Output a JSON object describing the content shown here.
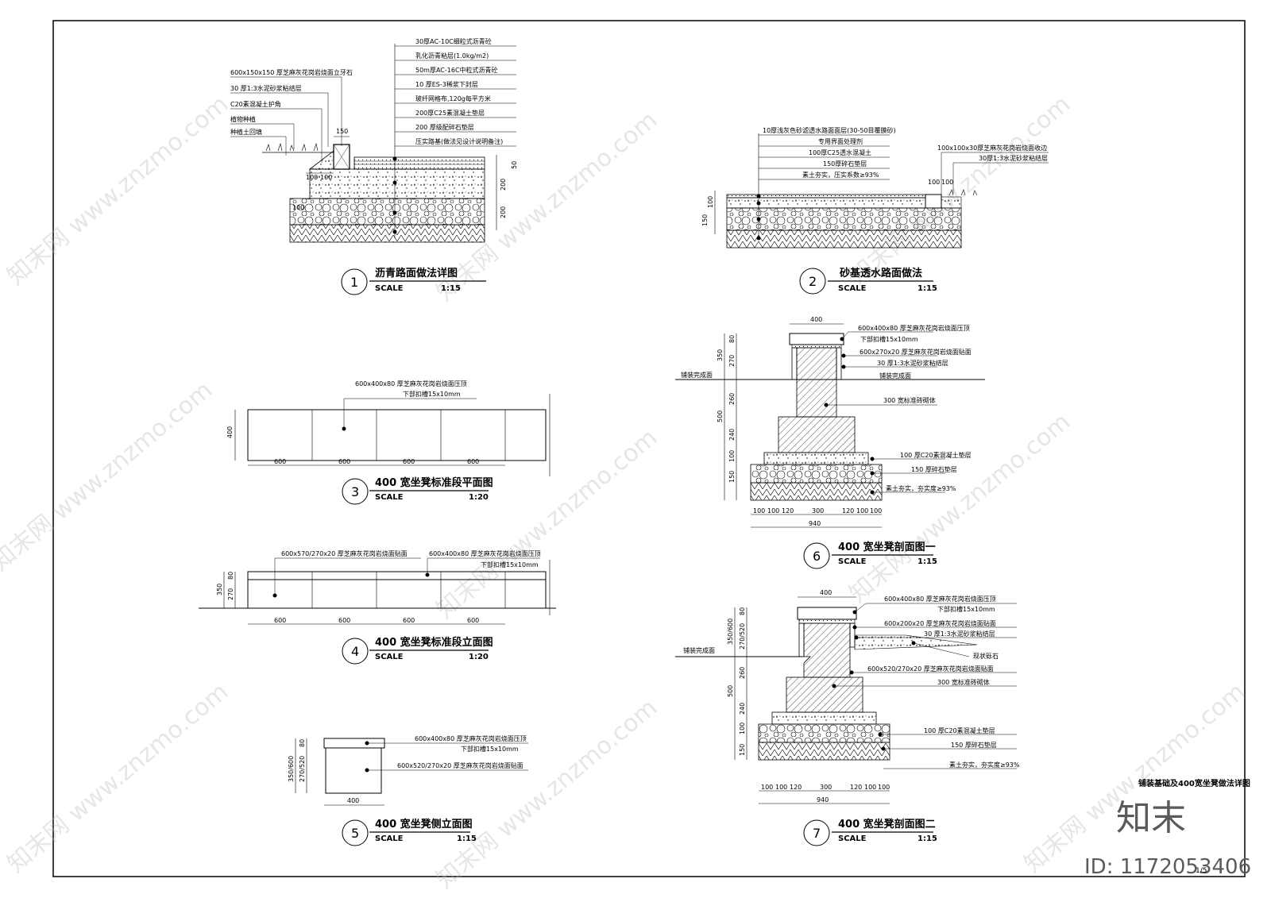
{
  "sheet_title": "铺装基础及400宽坐凳做法详图",
  "sheet_no": "1/5",
  "watermark": "知末网 www.znzmo.com",
  "brand": "知末",
  "image_id": "ID: 1172053406",
  "scale_label": "SCALE",
  "d1": {
    "num": "1",
    "title": "沥青路面做法详图",
    "scale": "1:15",
    "right_notes": [
      "30厚AC-10C细粒式沥青砼",
      "乳化沥青粘层(1.0kg/m2)",
      "50m厚AC-16C中粒式沥青砼",
      "10 厚ES-3稀浆下封层",
      "玻纤网格布,120g每平方米",
      "200厚C25素混凝土垫层",
      "200 厚级配碎石垫层",
      "压实路基(做法见设计说明备注)"
    ],
    "left_notes": [
      "600x150x150 厚芝麻灰花岗岩烧面立牙石",
      "30 厚1:3水泥砂浆粘结层",
      "C20素混凝土护角",
      "植物种植",
      "种植土回填"
    ],
    "dims": [
      "150",
      "100",
      "100",
      "50",
      "200",
      "200",
      "100"
    ]
  },
  "d2": {
    "num": "2",
    "title": "砂基透水路面做法",
    "scale": "1:15",
    "notes": [
      "10厚浅灰色砂滤透水路面面层(30-50目覆膜砂)",
      "专用界面处理剂",
      "100厚C25透水混凝土",
      "150厚碎石垫层",
      "素土夯实，压实系数≥93%"
    ],
    "right_notes": [
      "100x100x30厚芝麻灰花岗岩烧面收边",
      "30厚1:3水泥砂浆粘结层"
    ],
    "dims": [
      "100",
      "100",
      "100",
      "150"
    ]
  },
  "d3": {
    "num": "3",
    "title": "400 宽坐凳标准段平面图",
    "scale": "1:20",
    "notes": [
      "600x400x80 厚芝麻灰花岗岩烧面压顶",
      "下部扣槽15x10mm"
    ],
    "dims": [
      "600",
      "600",
      "600",
      "600"
    ],
    "side_dim": "400"
  },
  "d4": {
    "num": "4",
    "title": "400 宽坐凳标准段立面图",
    "scale": "1:20",
    "notes": [
      "600x570/270x20 厚芝麻灰花岗岩烧面贴面",
      "600x400x80 厚芝麻灰花岗岩烧面压顶",
      "下部扣槽15x10mm"
    ],
    "dims": [
      "600",
      "600",
      "600",
      "600"
    ],
    "side_dims": [
      "350",
      "80",
      "270"
    ]
  },
  "d5": {
    "num": "5",
    "title": "400 宽坐凳侧立面图",
    "scale": "1:15",
    "notes": [
      "600x400x80 厚芝麻灰花岗岩烧面压顶",
      "下部扣槽15x10mm",
      "600x520/270x20 厚芝麻灰花岗岩烧面贴面"
    ],
    "dims": [
      "400"
    ],
    "side_dims": [
      "350/600",
      "80",
      "270/520"
    ]
  },
  "d6": {
    "num": "6",
    "title": "400 宽坐凳剖面图一",
    "scale": "1:15",
    "notes": [
      "600x400x80 厚芝麻灰花岗岩烧面压顶",
      "下部扣槽15x10mm",
      "600x270x20 厚芝麻灰花岗岩烧面贴面",
      "30 厚1:3水泥砂浆粘结层",
      "铺装完成面",
      "300 宽标准砖砌体",
      "100 厚C20素混凝土垫层",
      "150 厚碎石垫层",
      "素土夯实，夯实度≥93%"
    ],
    "left_note": "铺装完成面",
    "top_dim": "400",
    "side_dims": [
      "350",
      "80",
      "270",
      "500",
      "260",
      "240",
      "100",
      "150"
    ],
    "bottom_dims": [
      "100",
      "100",
      "120",
      "300",
      "120",
      "100",
      "100"
    ],
    "total": "940"
  },
  "d7": {
    "num": "7",
    "title": "400 宽坐凳剖面图二",
    "scale": "1:15",
    "notes": [
      "600x400x80 厚芝麻灰花岗岩烧面压顶",
      "下部扣槽15x10mm",
      "600x200x20 厚芝麻灰花岗岩烧面贴面",
      "30 厚1:3水泥砂浆粘结层",
      "现状砾石",
      "600x520/270x20 厚芝麻灰花岗岩烧面贴面",
      "300 宽标准砖砌体",
      "100 厚C20素混凝土垫层",
      "150 厚碎石垫层",
      "素土夯实，夯实度≥93%"
    ],
    "left_note": "铺装完成面",
    "top_dim": "400",
    "side_dims": [
      "350/600",
      "80",
      "270/520",
      "500",
      "260",
      "240",
      "100",
      "150"
    ],
    "bottom_dims": [
      "100",
      "100",
      "120",
      "300",
      "120",
      "100",
      "100"
    ],
    "total": "940"
  }
}
